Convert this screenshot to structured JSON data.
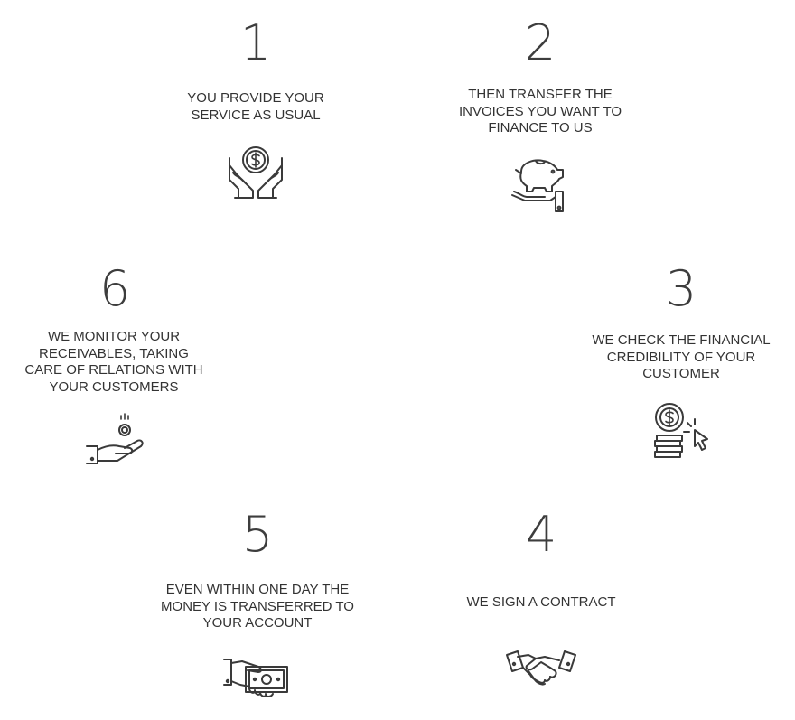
{
  "steps": [
    {
      "number": "1",
      "text": "YOU PROVIDE YOUR\nSERVICE AS USUAL",
      "icon": "hands-coin-icon"
    },
    {
      "number": "2",
      "text": "THEN TRANSFER THE\nINVOICES YOU WANT TO\nFINANCE TO US",
      "icon": "piggy-bank-icon"
    },
    {
      "number": "3",
      "text": "WE CHECK THE FINANCIAL\nCREDIBILITY OF YOUR\nCUSTOMER",
      "icon": "coin-stack-cursor-icon"
    },
    {
      "number": "4",
      "text": "WE SIGN A CONTRACT",
      "icon": "handshake-icon"
    },
    {
      "number": "5",
      "text": "EVEN WITHIN ONE DAY THE\nMONEY IS TRANSFERRED TO\nYOUR ACCOUNT",
      "icon": "hand-banknote-icon"
    },
    {
      "number": "6",
      "text": "WE MONITOR YOUR\nRECEIVABLES, TAKING\nCARE OF RELATIONS WITH\nYOUR CUSTOMERS",
      "icon": "hand-receiving-coin-icon"
    }
  ],
  "colors": {
    "text": "#333333",
    "icon_stroke": "#3a3a3a",
    "background": "#ffffff"
  }
}
